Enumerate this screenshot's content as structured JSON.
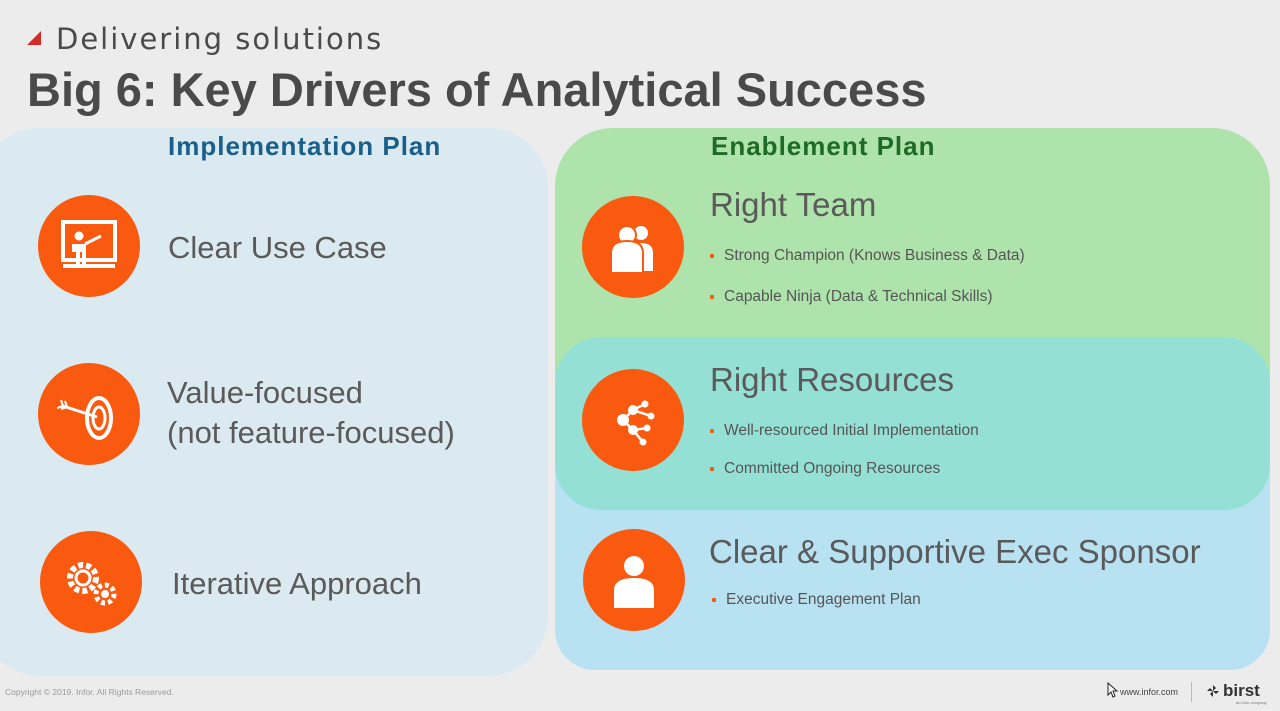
{
  "header": {
    "kicker": "Delivering solutions",
    "title": "Big 6: Key Drivers of Analytical Success"
  },
  "implementation": {
    "heading": "Implementation Plan",
    "items": [
      {
        "label": "Clear Use Case",
        "icon": "presentation-icon"
      },
      {
        "label_line1": "Value-focused",
        "label_line2": "(not feature-focused)",
        "icon": "target-icon"
      },
      {
        "label": "Iterative Approach",
        "icon": "gears-icon"
      }
    ]
  },
  "enablement": {
    "heading": "Enablement Plan",
    "items": [
      {
        "title": "Right Team",
        "icon": "team-icon",
        "bullets": [
          "Strong Champion (Knows Business & Data)",
          "Capable Ninja (Data & Technical Skills)"
        ]
      },
      {
        "title": "Right Resources",
        "icon": "network-icon",
        "bullets": [
          "Well-resourced Initial Implementation",
          "Committed Ongoing Resources"
        ]
      },
      {
        "title": "Clear & Supportive Exec Sponsor",
        "icon": "person-icon",
        "bullets": [
          "Executive Engagement Plan"
        ]
      }
    ]
  },
  "footer": {
    "copyright": "Copyright © 2019. Infor. All Rights Reserved.",
    "url": "www.infor.com",
    "brand": "birst",
    "brand_sub": "an infor company"
  },
  "colors": {
    "accent": "#fa5a10",
    "implementation_bg": "#dbe9f1",
    "team_bg": "#aee4ab",
    "resources_bg": "#95e0d5",
    "sponsor_bg": "#b8e1f1",
    "kicker_mark": "#d62b2b"
  }
}
